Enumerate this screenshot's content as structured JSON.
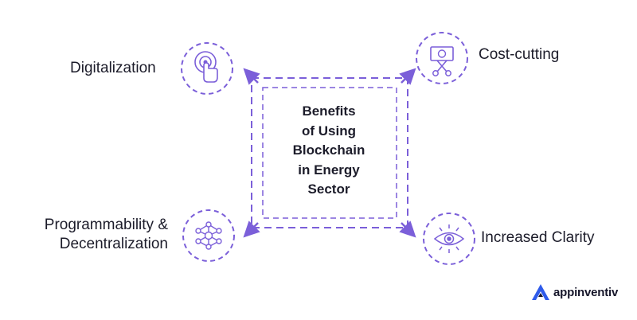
{
  "center": {
    "lines": [
      "Benefits",
      "of Using",
      "Blockchain",
      "in Energy",
      "Sector"
    ]
  },
  "benefits": [
    {
      "label": "Digitalization",
      "icon": "touch-icon"
    },
    {
      "label": "Cost-cutting",
      "icon": "money-scissors-icon"
    },
    {
      "label_lines": [
        "Programmability &",
        "Decentralization"
      ],
      "icon": "network-nodes-icon"
    },
    {
      "label": "Increased Clarity",
      "icon": "eye-icon"
    }
  ],
  "brand": {
    "name": "appinventiv",
    "icon": "appinventiv-logo-icon"
  },
  "colors": {
    "accent": "#7b5fd9",
    "text": "#1c1c2a",
    "brand_blue": "#2f5bea"
  }
}
